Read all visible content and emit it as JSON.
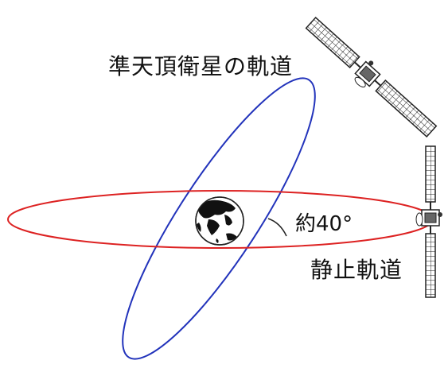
{
  "labels": {
    "qzss_orbit": "準天頂衛星の軌道",
    "angle": "約40°",
    "geo_orbit": "静止軌道"
  },
  "colors": {
    "qzss_orbit_line": "#2233bb",
    "geo_orbit_line": "#dd2222",
    "outline": "#222222",
    "earth": "#111111"
  },
  "icons": {
    "earth": "earth-globe-icon",
    "qzss_satellite": "satellite-icon",
    "geo_satellite": "satellite-icon"
  }
}
